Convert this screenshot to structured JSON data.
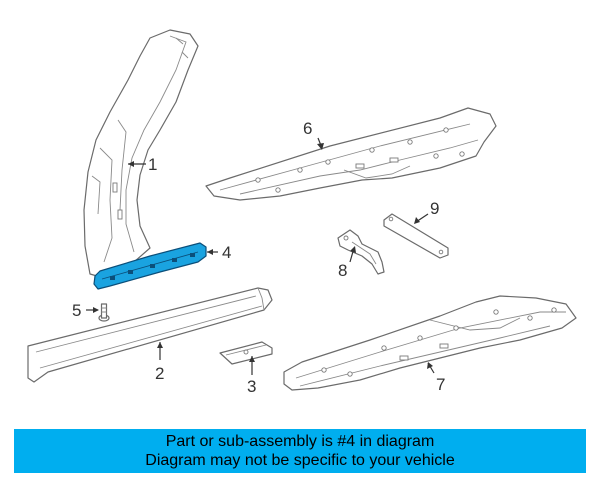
{
  "callouts": [
    {
      "id": "1",
      "label": "1"
    },
    {
      "id": "2",
      "label": "2"
    },
    {
      "id": "3",
      "label": "3"
    },
    {
      "id": "4",
      "label": "4"
    },
    {
      "id": "5",
      "label": "5"
    },
    {
      "id": "6",
      "label": "6"
    },
    {
      "id": "7",
      "label": "7"
    },
    {
      "id": "8",
      "label": "8"
    },
    {
      "id": "9",
      "label": "9"
    }
  ],
  "highlighted_part": "4",
  "colors": {
    "highlight": "#1aa3e0",
    "banner": "#00aeef"
  },
  "banner": {
    "line1": "Part or sub-assembly is #4 in diagram",
    "line2": "Diagram may not be specific to your vehicle"
  }
}
